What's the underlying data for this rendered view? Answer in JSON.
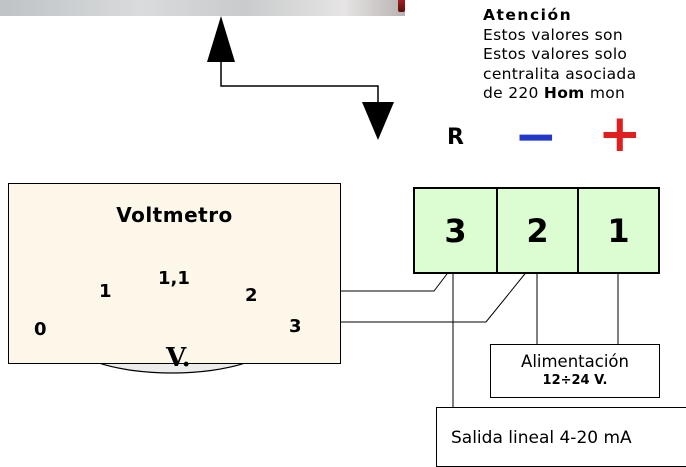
{
  "note": {
    "title": "Atención",
    "lines": [
      "Estos valores son",
      "Estos valores solo",
      "centralita asociada"
    ],
    "last_line_prefix": "de 220 ",
    "last_line_bold": "Hom",
    "last_line_suffix": "  mon"
  },
  "voltmeter": {
    "title": "Voltmetro",
    "scale": [
      "0",
      "1",
      "1,1",
      "2",
      "3"
    ],
    "unit": "V."
  },
  "terminals": {
    "polarity_labels": [
      "R",
      "−",
      "+"
    ],
    "numbers": [
      "3",
      "2",
      "1"
    ]
  },
  "power_supply": {
    "label": "Alimentación",
    "range": "12÷24  V."
  },
  "output": {
    "label": "Salida lineal 4-20 mA"
  },
  "colors": {
    "minus": "#2238c8",
    "plus": "#e01e1e",
    "terminal_fill": "#dcfcd2",
    "voltmeter_fill": "#fdf7e9",
    "dial_fill": "#ececec"
  }
}
